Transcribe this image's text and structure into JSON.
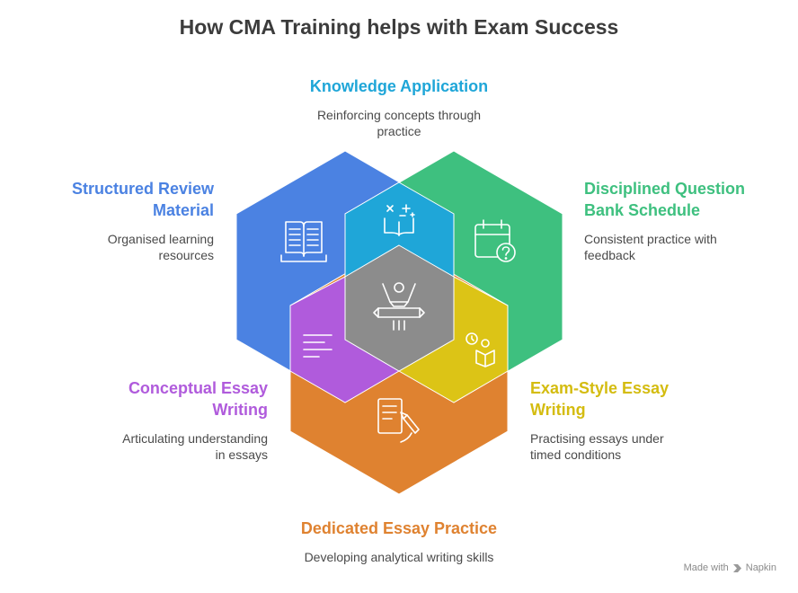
{
  "title": "How CMA Training helps with Exam Success",
  "colors": {
    "blue": "#4b82e2",
    "green": "#3ec07f",
    "cyan": "#1fa6d8",
    "purple": "#b05bdc",
    "yellow": "#dcc416",
    "orange": "#df8230",
    "center": "#8c8c8c"
  },
  "sections": {
    "knowledge": {
      "title": "Knowledge Application",
      "desc_line1": "Reinforcing concepts through",
      "desc_line2": "practice",
      "icon": "knowledge-application-icon"
    },
    "review": {
      "title_line1": "Structured Review",
      "title_line2": "Material",
      "desc_line1": "Organised learning",
      "desc_line2": "resources",
      "icon": "open-book-icon"
    },
    "question_bank": {
      "title_line1": "Disciplined Question",
      "title_line2": "Bank Schedule",
      "desc_line1": "Consistent practice with",
      "desc_line2": "feedback",
      "icon": "calendar-question-icon"
    },
    "conceptual": {
      "title_line1": "Conceptual Essay",
      "title_line2": "Writing",
      "desc_line1": "Articulating understanding",
      "desc_line2": "in essays",
      "icon": "text-lines-icon"
    },
    "exam_style": {
      "title_line1": "Exam-Style Essay",
      "title_line2": "Writing",
      "desc_line1": "Practising essays under",
      "desc_line2": "timed conditions",
      "icon": "timer-reader-icon"
    },
    "dedicated": {
      "title": "Dedicated Essay Practice",
      "desc": "Developing analytical writing skills",
      "icon": "document-pen-icon"
    },
    "center": {
      "icon": "exam-success-person-icon"
    }
  },
  "footer": {
    "made_with": "Made with",
    "brand": "Napkin"
  }
}
